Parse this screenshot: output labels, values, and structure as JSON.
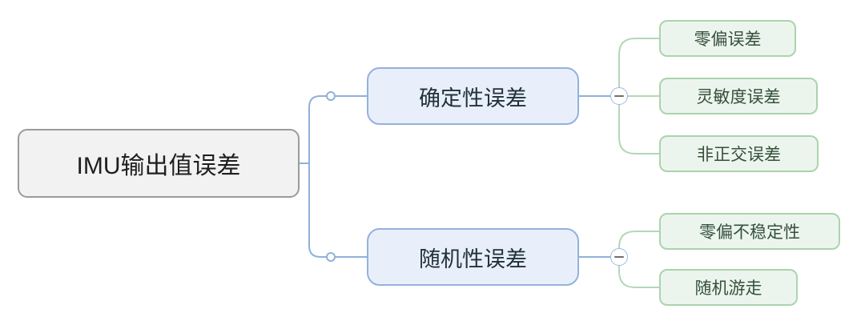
{
  "map": {
    "root": {
      "label": "IMU输出值误差"
    },
    "branches": [
      {
        "label": "确定性误差",
        "collapse_icon": "minus",
        "children": [
          {
            "label": "零偏误差"
          },
          {
            "label": "灵敏度误差"
          },
          {
            "label": "非正交误差"
          }
        ]
      },
      {
        "label": "随机性误差",
        "collapse_icon": "minus",
        "children": [
          {
            "label": "零偏不稳定性"
          },
          {
            "label": "随机游走"
          }
        ]
      }
    ],
    "colors": {
      "canvas_bg": "#ffffff",
      "root_fill": "#f2f2f2",
      "root_border": "#9b9b9b",
      "root_text": "#1f1f1f",
      "branch_fill": "#e9effa",
      "branch_border": "#93b1de",
      "branch_text": "#21313d",
      "child_fill": "#ecf5ed",
      "child_border": "#abd3ae",
      "child_text": "#35503c",
      "blue_connector": "#8fb1d9",
      "green_connector": "#b3d8b6",
      "collapse_minus": "#6f6f6f"
    }
  }
}
